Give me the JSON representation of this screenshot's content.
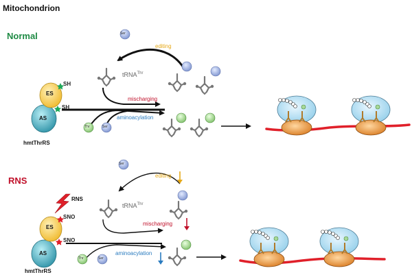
{
  "title": "Mitochondrion",
  "normal": {
    "header": "Normal",
    "enzyme": "hmtThrRS",
    "domain_es": "ES",
    "domain_as": "AS",
    "sh1": "SH",
    "sh2": "SH",
    "trna": "tRNA",
    "trna_sup": "Thr",
    "editing": "editing",
    "mischarging": "mischarging",
    "aminoacylation": "aminoacylation",
    "ser": "Ser",
    "thr": "Thr"
  },
  "rns": {
    "header": "RNS",
    "stress_label": "RNS",
    "enzyme": "hmtThrRS",
    "domain_es": "ES",
    "domain_as": "AS",
    "sno1": "SNO",
    "sno2": "SNO",
    "trna": "tRNA",
    "trna_sup": "Thr",
    "editing": "editing",
    "mischarging": "mischarging",
    "aminoacylation": "aminoacylation",
    "ser": "Ser",
    "thr": "Thr"
  },
  "colors": {
    "normal_header": "#1e8a44",
    "rns_header": "#c0102a",
    "editing": "#e6a817",
    "mischarging": "#c0102a",
    "aminoacylation": "#2a7bbf",
    "es_domain": "#f4cc55",
    "as_domain": "#5bb8c9",
    "ser_bead": "#9fb5e6",
    "thr_bead": "#a8d99a",
    "mrna": "#e0202a",
    "ribosome_large": "#bfe4f5",
    "ribosome_small": "#e6902e"
  }
}
